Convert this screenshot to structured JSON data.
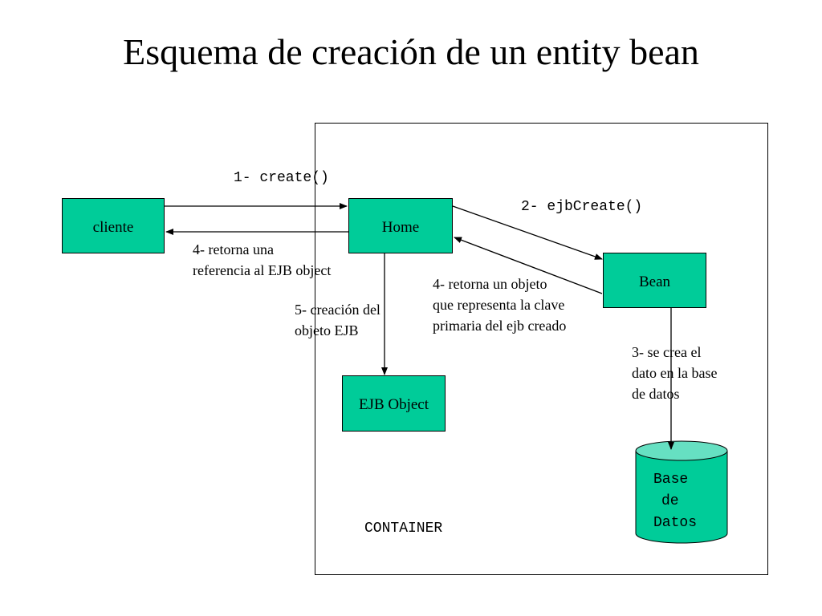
{
  "title": "Esquema de creación de un entity bean",
  "nodes": {
    "cliente": "cliente",
    "home": "Home",
    "bean": "Bean",
    "ejb_object": "EJB Object",
    "database": [
      "Base",
      "de",
      "Datos"
    ]
  },
  "container_label": "CONTAINER",
  "steps": {
    "create": "1- create()",
    "ejb_create": "2- ejbCreate()",
    "db_create": [
      "3- se crea el",
      "dato en la base",
      "de datos"
    ],
    "return_pk": [
      "4- retorna un objeto",
      "que representa la clave",
      "primaria del ejb creado"
    ],
    "return_ref": [
      "4- retorna una",
      "referencia al EJB object"
    ],
    "create_ejb_object": [
      "5- creación del",
      "objeto EJB"
    ]
  },
  "colors": {
    "box_fill": "#00cc99",
    "db_top": "#66e0c2"
  }
}
